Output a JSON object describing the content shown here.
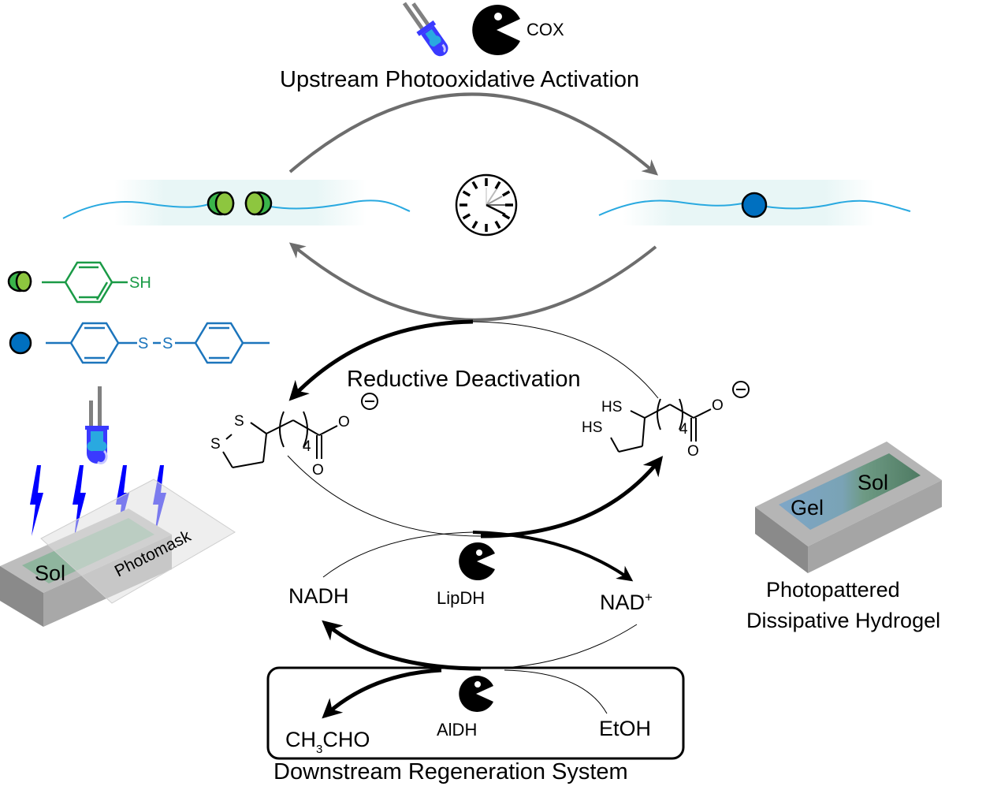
{
  "title_top": "Upstream Photooxidative Activation",
  "enzymes": {
    "cox": "COX",
    "lipdh": "LipDH",
    "aldh": "AlDH"
  },
  "cycle_middle": {
    "label": "Reductive Deactivation"
  },
  "legend": {
    "thiol_group": "SH",
    "disulfide_s1": "S",
    "disulfide_s2": "S"
  },
  "lipoate_oxidized": {
    "s1": "S",
    "s2": "S",
    "o_carbonyl": "O",
    "o_anion": "O",
    "repeat": "4",
    "charge": "⊖"
  },
  "lipoate_reduced": {
    "hs1": "HS",
    "hs2": "HS",
    "o_carbonyl": "O",
    "o_anion": "O",
    "repeat": "4",
    "charge": "⊖"
  },
  "cofactor": {
    "nadh": "NADH",
    "nad_plus": "NAD",
    "nad_sup": "+"
  },
  "downstream": {
    "product_pre": "CH",
    "product_sub": "3",
    "product_post": "CHO",
    "substrate": "EtOH",
    "system_label": "Downstream Regeneration System"
  },
  "left_device": {
    "region_label": "Sol",
    "mask_label": "Photomask"
  },
  "right_device": {
    "gel_label": "Gel",
    "sol_label": "Sol",
    "caption_line1": "Photopattered",
    "caption_line2": "Dissipative Hydrogel"
  },
  "colors": {
    "thiol_green": "#1a9a46",
    "disulfide_blue": "#1c75bc",
    "polymer_line": "#29a9e0",
    "arrow_gray": "#6d6d6d",
    "led_blue": "#2b2bff",
    "bolt_blue": "#0000ff"
  }
}
